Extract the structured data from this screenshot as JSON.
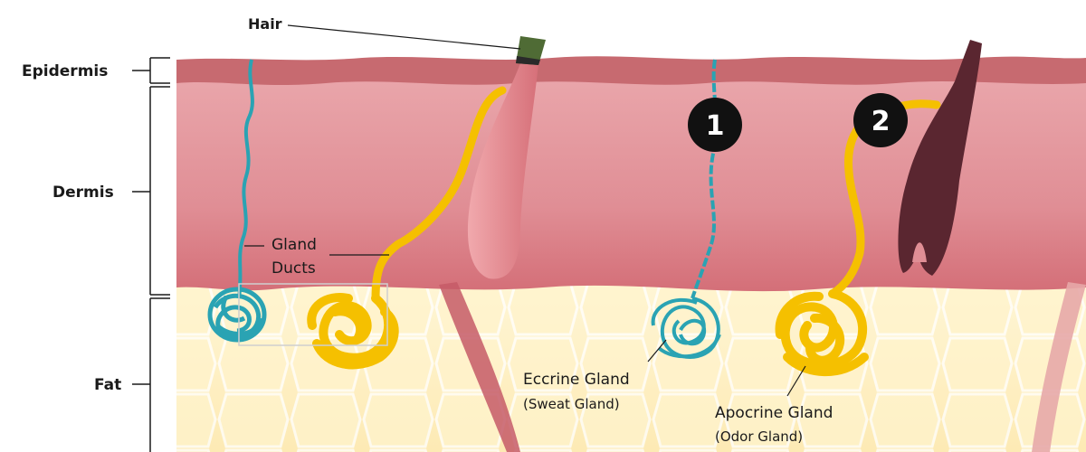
{
  "labels": {
    "hair": "Hair",
    "epidermis": "Epidermis",
    "dermis": "Dermis",
    "fat": "Fat",
    "gland_ducts_line1": "Gland",
    "gland_ducts_line2": "Ducts",
    "eccrine_title": "Eccrine Gland",
    "eccrine_sub": "(Sweat Gland)",
    "apocrine_title": "Apocrine Gland",
    "apocrine_sub": "(Odor Gland)"
  },
  "badges": {
    "eccrine": "1",
    "apocrine": "2"
  },
  "colors": {
    "epidermis": "#c66a6f",
    "dermis_top": "#e8a3a8",
    "dermis_bottom": "#d9727a",
    "fat_bg": "#fff2c9",
    "fat_cell": "#fde9a8",
    "eccrine_duct": "#2aa3b3",
    "apocrine_duct": "#f5c000",
    "follicle": "#e3868b",
    "dark_hair": "#5a2630",
    "hair_tip": "#4f6b35",
    "badge": "#111111"
  }
}
